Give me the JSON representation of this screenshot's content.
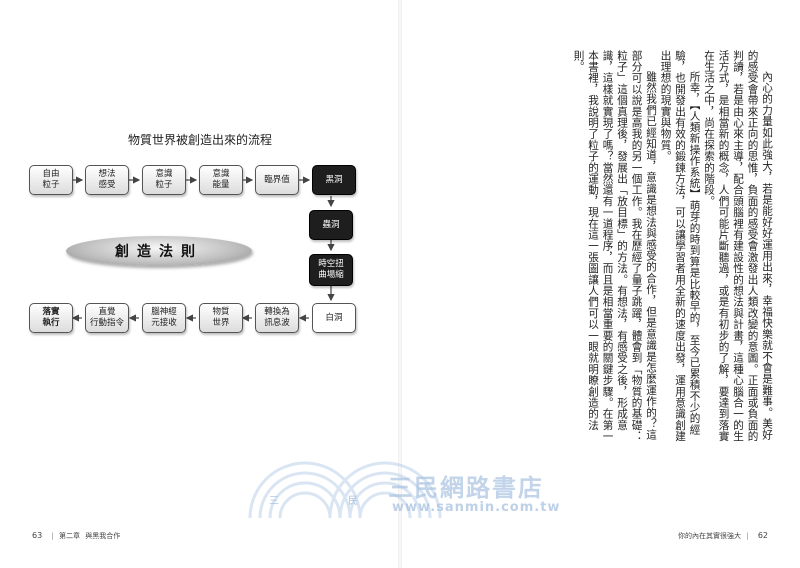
{
  "diagram": {
    "title": "物質世界被創造出來的流程",
    "row1": [
      "自由\n粒子",
      "想法\n感受",
      "意識\n粒子",
      "意識\n能量",
      "臨界值",
      "黑洞"
    ],
    "middle": [
      "蟲洞",
      "時空扭\n曲場縮"
    ],
    "row3": [
      "落實\n執行",
      "直覺\n行動指令",
      "腦神經\n元接收",
      "物質\n世界",
      "轉換為\n訊息波",
      "白洞"
    ],
    "law_label": "創造法則"
  },
  "footer_left": {
    "page_number": "63",
    "chapter": "第二章",
    "section": "與黑我合作"
  },
  "footer_right": {
    "book_title": "你的內在其實很強大",
    "page_number": "62"
  },
  "text": {
    "paragraphs": [
      "內心的力量如此強大，若是能好好運用出來，幸福快樂就不會是難事。美好的感受會帶來正向的思惟，負面的感受會激發出人類改變的意圖。正面或負面的判讀，若是由心來主導，配合頭腦裡有建設性的想法與計畫，這種心腦合一的生活方式，是相當新的概念，人們可能片斷聽過，或是有初步的了解，要達到落實在生活之中，尚在探索的階段。",
      "所幸，【人類新操作系統】萌芽的時到算是比較早的，至今已累積不少的經驗，也開發出有效的鍛鍊方法，可以讓學習者用全新的速度出發，運用意識創建出理想的現實與物質。",
      "雖然我們已經知道，意識是想法與感受的合作，但是意識是怎麼運作的？這部分可以說是高我的另一個工作。我在歷經了量子跳躍，體會到「物質的基礎：粒子」這個真理後，發展出「放目標」的方法。有想法，有感受之後，形成意識，這樣就實現了嗎？當然還有一道程序，而且是相當重要的關鍵步驟。在第一本書裡，我說明了粒子的運動，現在這一張圖讓人們可以一眼就明瞭創造的法則。"
    ]
  },
  "watermark": {
    "title": "三民網路書店",
    "url": "www.sanmin.com.tw",
    "char1": "三",
    "char2": "民"
  }
}
